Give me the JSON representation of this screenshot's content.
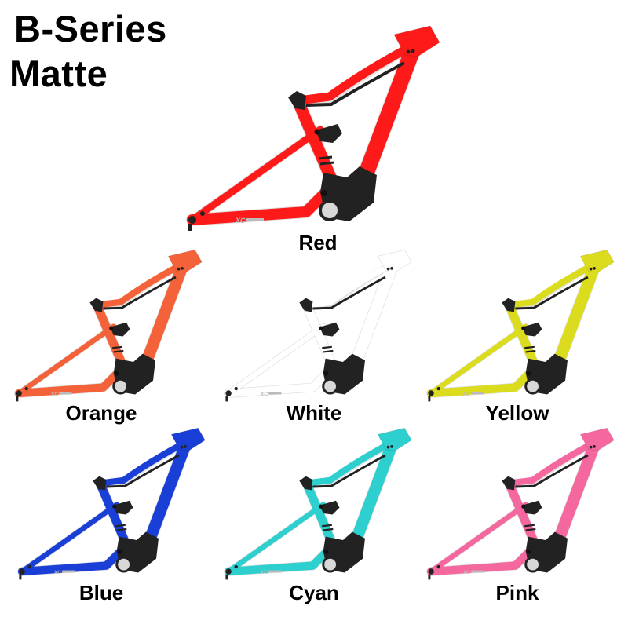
{
  "heading": {
    "line1": "B-Series",
    "line2": "Matte"
  },
  "frames": [
    {
      "label": "Red",
      "color": "#ff1a1a"
    },
    {
      "label": "Orange",
      "color": "#f4623a"
    },
    {
      "label": "White",
      "color": "#ffffff"
    },
    {
      "label": "Yellow",
      "color": "#dcdc1e"
    },
    {
      "label": "Blue",
      "color": "#1a3fd6"
    },
    {
      "label": "Cyan",
      "color": "#2ecfcf"
    },
    {
      "label": "Pink",
      "color": "#f5679f"
    }
  ]
}
